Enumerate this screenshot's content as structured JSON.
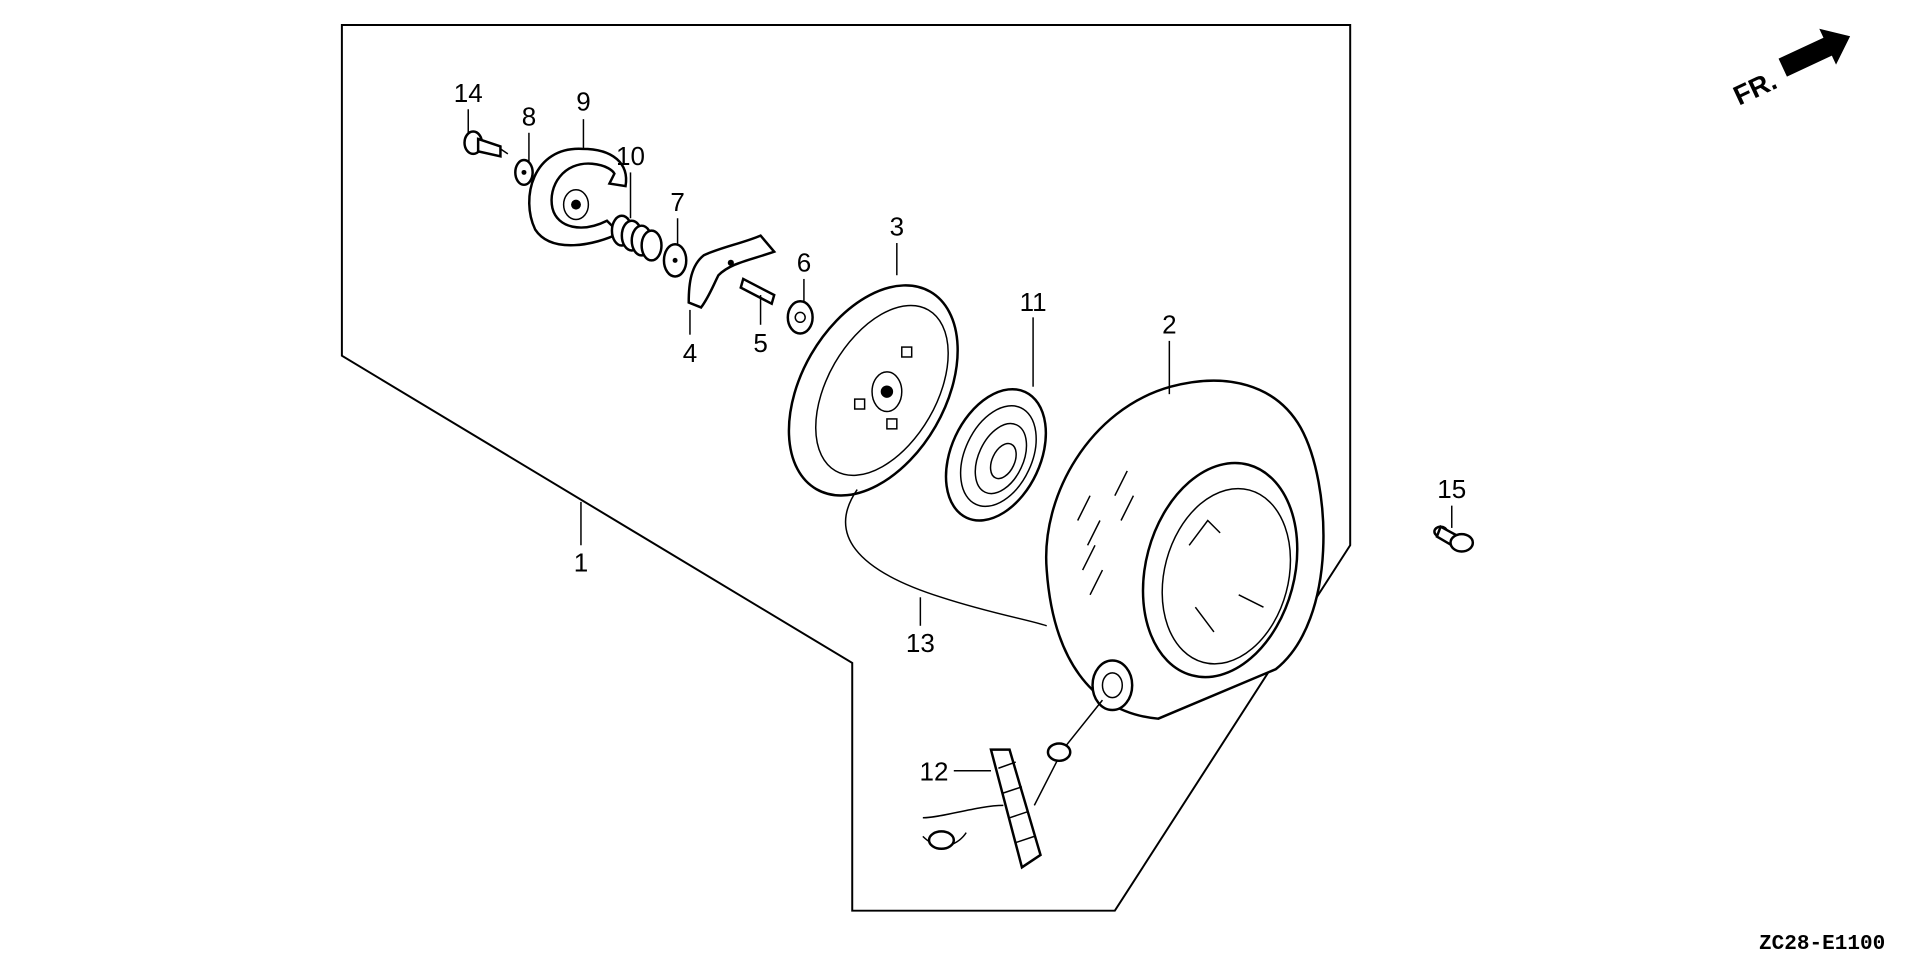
{
  "diagram": {
    "direction_indicator": "FR.",
    "drawing_code": "ZC28-E1100",
    "callouts": [
      {
        "number": "14"
      },
      {
        "number": "8"
      },
      {
        "number": "9"
      },
      {
        "number": "10"
      },
      {
        "number": "7"
      },
      {
        "number": "3"
      },
      {
        "number": "6"
      },
      {
        "number": "4"
      },
      {
        "number": "5"
      },
      {
        "number": "11"
      },
      {
        "number": "2"
      },
      {
        "number": "15"
      },
      {
        "number": "1"
      },
      {
        "number": "13"
      },
      {
        "number": "12"
      }
    ]
  }
}
